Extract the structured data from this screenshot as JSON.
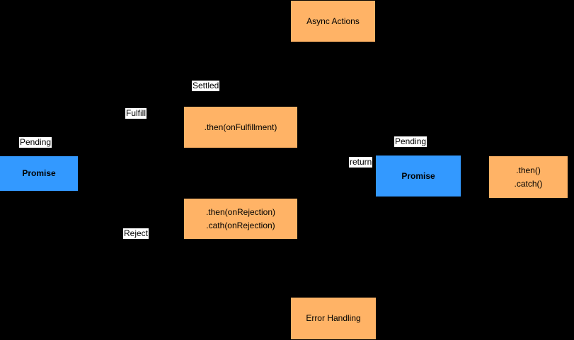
{
  "diagram": {
    "background": "#000000",
    "colors": {
      "node_orange": "#ffb366",
      "node_blue": "#3399ff",
      "label_background": "#ffffff",
      "text": "#000000"
    },
    "boxes": {
      "async_actions": {
        "label": "Async Actions"
      },
      "promise_left": {
        "label": "Promise"
      },
      "then_fulfillment": {
        "label": ".then(onFulfillment)"
      },
      "then_rejection": {
        "line1": ".then(onRejection)",
        "line2": ".cath(onRejection)"
      },
      "promise_right": {
        "label": "Promise"
      },
      "then_catch": {
        "line1": ".then()",
        "line2": ".catch()"
      },
      "error_handling": {
        "label": "Error Handling"
      }
    },
    "edge_labels": {
      "pending_left": "Pending",
      "fulfill": "Fulfill",
      "settled": "Settled",
      "reject": "Reject",
      "return_label": "return",
      "pending_right": "Pending"
    }
  }
}
